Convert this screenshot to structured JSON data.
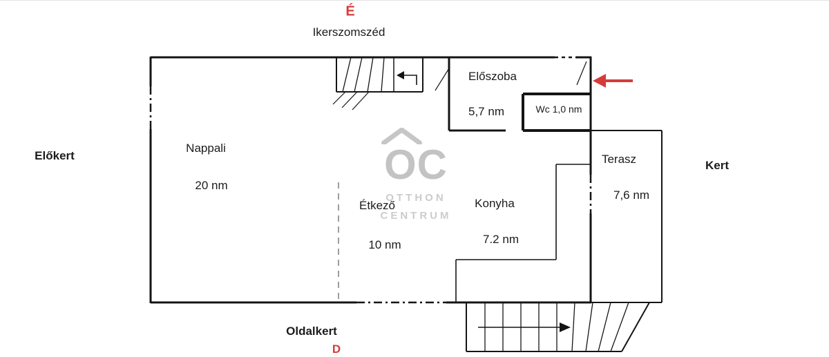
{
  "compass": {
    "north_label": "É",
    "south_label": "D"
  },
  "surroundings": {
    "top_label": "Ikerszomszéd",
    "left_label": "Előkert",
    "right_label": "Kert",
    "bottom_label": "Oldalkert"
  },
  "rooms": {
    "nappali": {
      "name": "Nappali",
      "area": "20 nm"
    },
    "eloszoba": {
      "name": "Előszoba",
      "area": "5,7 nm"
    },
    "wc": {
      "label": "Wc 1,0 nm"
    },
    "terasz": {
      "name": "Terasz",
      "area": "7,6 nm"
    },
    "etkezo": {
      "name": "Étkező",
      "area": "10 nm"
    },
    "konyha": {
      "name": "Konyha",
      "area": "7.2 nm"
    }
  },
  "watermark": {
    "logo": "OC",
    "line1": "OTTHON",
    "line2": "CENTRUM"
  },
  "colors": {
    "accent_red": "#d63b3b",
    "wall_black": "#141414",
    "watermark_gray": "#c6c6c6"
  }
}
